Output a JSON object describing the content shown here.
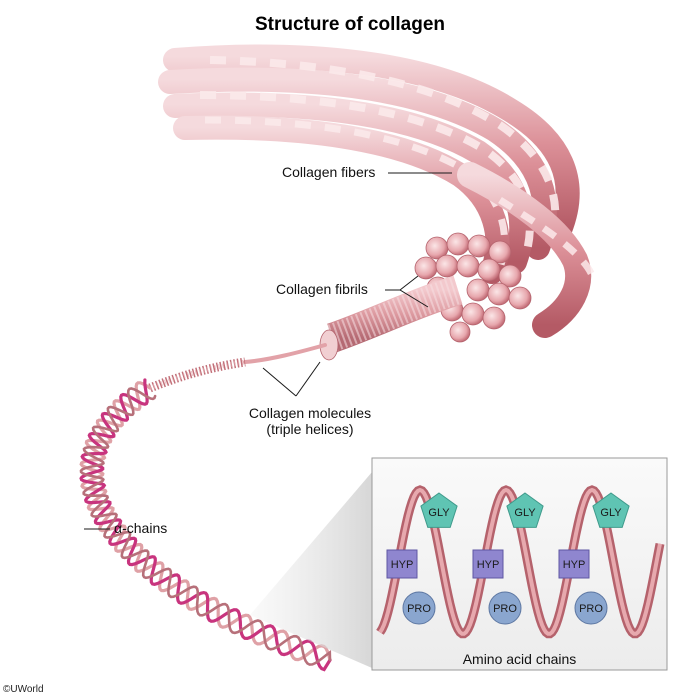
{
  "title": "Structure of collagen",
  "labels": {
    "fibers": "Collagen fibers",
    "fibrils": "Collagen fibrils",
    "molecules_line1": "Collagen molecules",
    "molecules_line2": "(triple helices)",
    "alpha_chains": "α-chains"
  },
  "inset": {
    "caption": "Amino acid chains",
    "groups": [
      {
        "gly": "GLY",
        "hyp": "HYP",
        "pro": "PRO"
      },
      {
        "gly": "GLY",
        "hyp": "HYP",
        "pro": "PRO"
      },
      {
        "gly": "GLY",
        "hyp": "HYP",
        "pro": "PRO"
      }
    ]
  },
  "copyright": "©UWorld",
  "colors": {
    "fiber": "#d98b92",
    "fiber_light": "#f3d2d4",
    "fiber_dark": "#b85a66",
    "alpha_chain_magenta": "#c8347e",
    "alpha_chain_pink": "#dfa1a6",
    "gly": "#5fc4b3",
    "hyp": "#8f86cf",
    "pro": "#8aa6cf"
  }
}
